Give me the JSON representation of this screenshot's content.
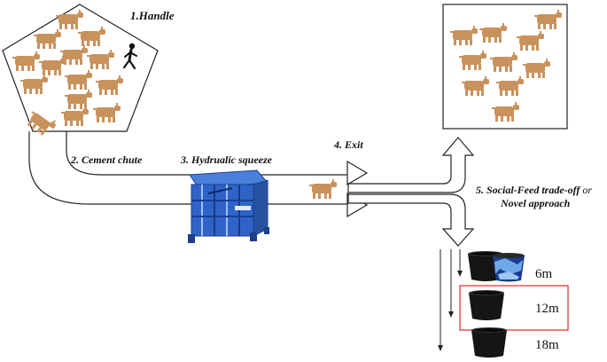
{
  "labels": {
    "handle": "1.Handle",
    "cement_chute": "2. Cement chute",
    "hydraulic_squeeze": "3. Hydrualic squeeze",
    "exit": "4. Exit",
    "tradeoff_line1_bold": "5. Social-Feed trade-off",
    "tradeoff_line1_or": "or",
    "tradeoff_line2": "Novel approach"
  },
  "distances": [
    "6m",
    "12m",
    "18m"
  ],
  "highlighted_distance": "12m",
  "icons": {
    "handler": "walking-person-icon",
    "cattle": "cow-icon",
    "squeeze": "hydraulic-squeeze-chute-image",
    "bucket": "feed-bucket-icon"
  },
  "colors": {
    "cattle": "#c8925d",
    "squeeze": "#2f63c8",
    "highlight_box": "#e05555"
  }
}
